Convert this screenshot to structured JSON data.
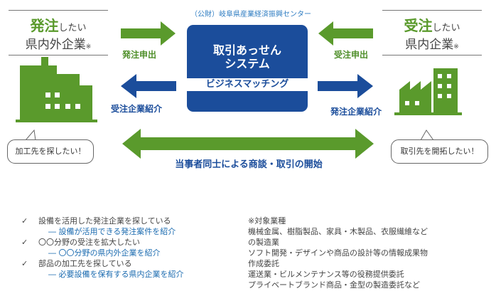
{
  "left": {
    "head_em": "発注",
    "head_rest": "したい",
    "head_line2": "県内外企業",
    "head_mark": "※",
    "bubble": "加工先を探したい！"
  },
  "right": {
    "head_em": "受注",
    "head_rest": "したい",
    "head_line2": "県内企業",
    "head_mark": "※",
    "bubble": "取引先を開拓したい！"
  },
  "center": {
    "org": "（公財）岐阜県産業経済振興センター",
    "title_line1": "取引あっせん",
    "title_line2": "システム",
    "band": "ビジネスマッチング"
  },
  "arrows": {
    "left_in": "発注申出",
    "right_in": "受注申出",
    "left_out": "受注企業紹介",
    "right_out": "発注企業紹介",
    "bottom": "当事者同士による商談・取引の開始"
  },
  "needs": [
    {
      "check": "✓",
      "main": "設備を活用した発注企業を探している",
      "sub": "― 設備が活用できる発注案件を紹介"
    },
    {
      "check": "✓",
      "main": "〇〇分野の受注を拡大したい",
      "sub": "― 〇〇分野の県内外企業を紹介"
    },
    {
      "check": "✓",
      "main": "部品の加工先を探している",
      "sub": "― 必要設備を保有する県内企業を紹介"
    }
  ],
  "targets": [
    "※対象業種",
    "機械金属、樹脂製品、家具・木製品、衣服繊維など",
    "の製造業",
    "ソフト開発・デザインや商品の設計等の情報成果物",
    "作成委託",
    "運送業・ビルメンテナンス等の役務提供委託",
    "プライベートブランド商品・金型の製造委託など"
  ],
  "colors": {
    "green": "#5a9a2c",
    "blue": "#1b4d9b",
    "text": "#333333"
  }
}
